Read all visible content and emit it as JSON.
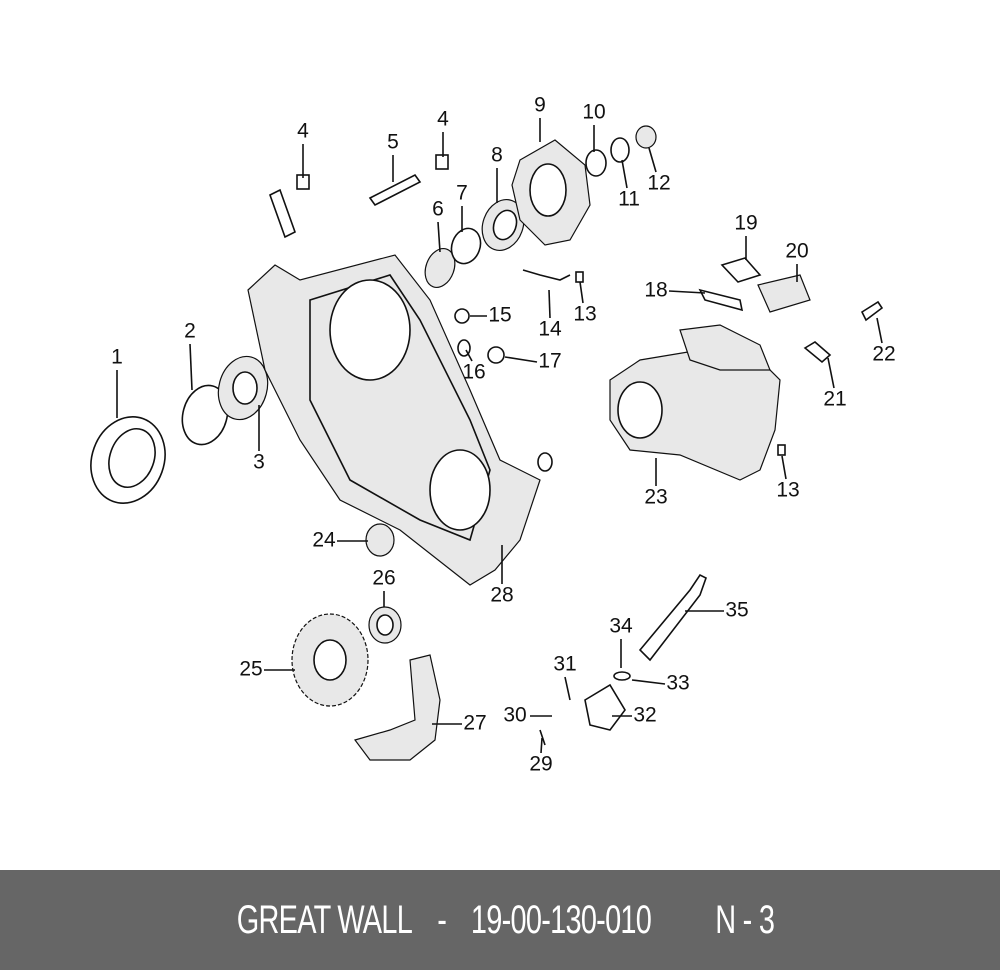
{
  "labels": [
    "1",
    "2",
    "3",
    "4",
    "4",
    "5",
    "6",
    "7",
    "8",
    "9",
    "10",
    "11",
    "12",
    "13",
    "14",
    "15",
    "16",
    "17",
    "18",
    "19",
    "20",
    "21",
    "22",
    "23",
    "13",
    "24",
    "25",
    "26",
    "27",
    "28",
    "29",
    "30",
    "31",
    "32",
    "33",
    "34",
    "35"
  ],
  "footer": {
    "brand": "GREAT WALL",
    "separator": " - ",
    "part_number": "19-00-130-010",
    "page": "N - 3"
  }
}
